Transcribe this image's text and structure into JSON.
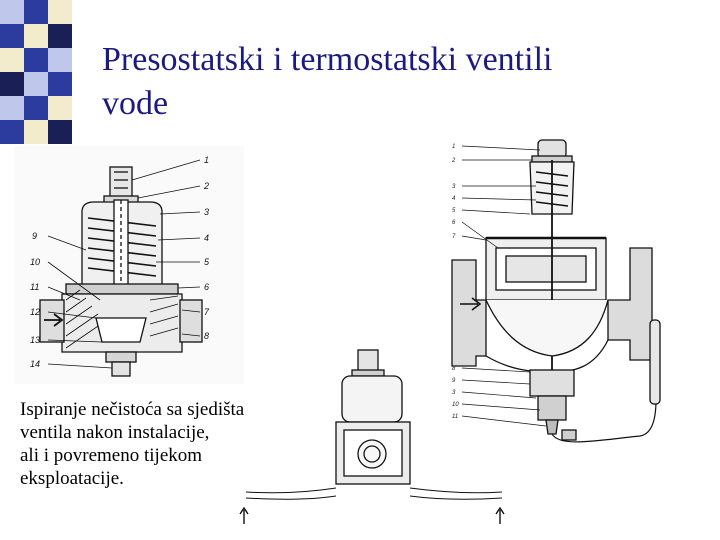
{
  "slide": {
    "title_line1": "Presostatski i termostatski ventili",
    "title_line2": "vode",
    "caption_line1": "Ispiranje nečistoća sa sjedišta",
    "caption_line2": "ventila nakon instalacije,",
    "caption_line3": "ali i povremeno tijekom",
    "caption_line4": "eksploatacije."
  },
  "colors": {
    "title": "#1a1a80",
    "strip_blue": "#2c3c9e",
    "strip_light": "#bfc7ea",
    "strip_cream": "#f2eccc",
    "strip_dark": "#1a1f55",
    "drawing": "#111111"
  },
  "left_valve": {
    "labels_right": [
      "1",
      "2",
      "3",
      "4",
      "5",
      "6",
      "7",
      "8"
    ],
    "labels_left": [
      "9",
      "10",
      "11",
      "12",
      "13",
      "14"
    ]
  },
  "right_valve": {
    "labels_top": [
      "1",
      "2",
      "3",
      "4",
      "5",
      "6",
      "7"
    ],
    "labels_bottom": [
      "8",
      "9",
      "3",
      "10",
      "11"
    ]
  }
}
